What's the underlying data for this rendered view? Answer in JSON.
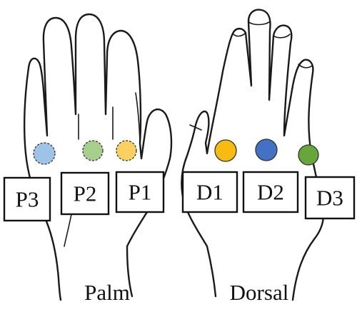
{
  "captions": {
    "palm": "Palm",
    "dorsal": "Dorsal"
  },
  "markers": [
    {
      "id": "P3",
      "label": "P3",
      "color": "#9fc3e7",
      "style": "dashed"
    },
    {
      "id": "P2",
      "label": "P2",
      "color": "#a5cf8b",
      "style": "dashed"
    },
    {
      "id": "P1",
      "label": "P1",
      "color": "#fbd060",
      "style": "dashed"
    },
    {
      "id": "D1",
      "label": "D1",
      "color": "#f8bb10",
      "style": "solid"
    },
    {
      "id": "D2",
      "label": "D2",
      "color": "#4371c4",
      "style": "solid"
    },
    {
      "id": "D3",
      "label": "D3",
      "color": "#66a63a",
      "style": "solid"
    }
  ]
}
